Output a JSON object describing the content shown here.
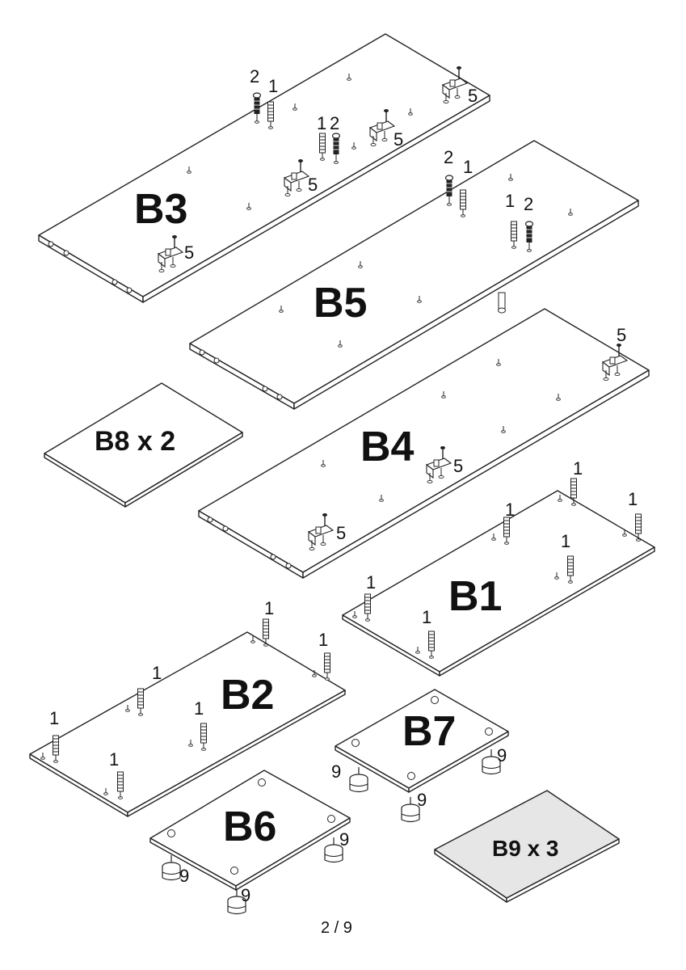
{
  "panels": {
    "b3": "B3",
    "b5": "B5",
    "b4": "B4",
    "b1": "B1",
    "b2": "B2",
    "b7": "B7",
    "b6": "B6",
    "b8": "B8 x 2",
    "b9": "B9 x 3"
  },
  "callouts": {
    "wooden_dowel": "1",
    "cam_bolt": "2",
    "shelf_clip": "5",
    "leg": "9"
  },
  "page_indicator": "2 / 9",
  "colors": {
    "line": "#222222",
    "grey_panel": "#e6e6e6"
  }
}
